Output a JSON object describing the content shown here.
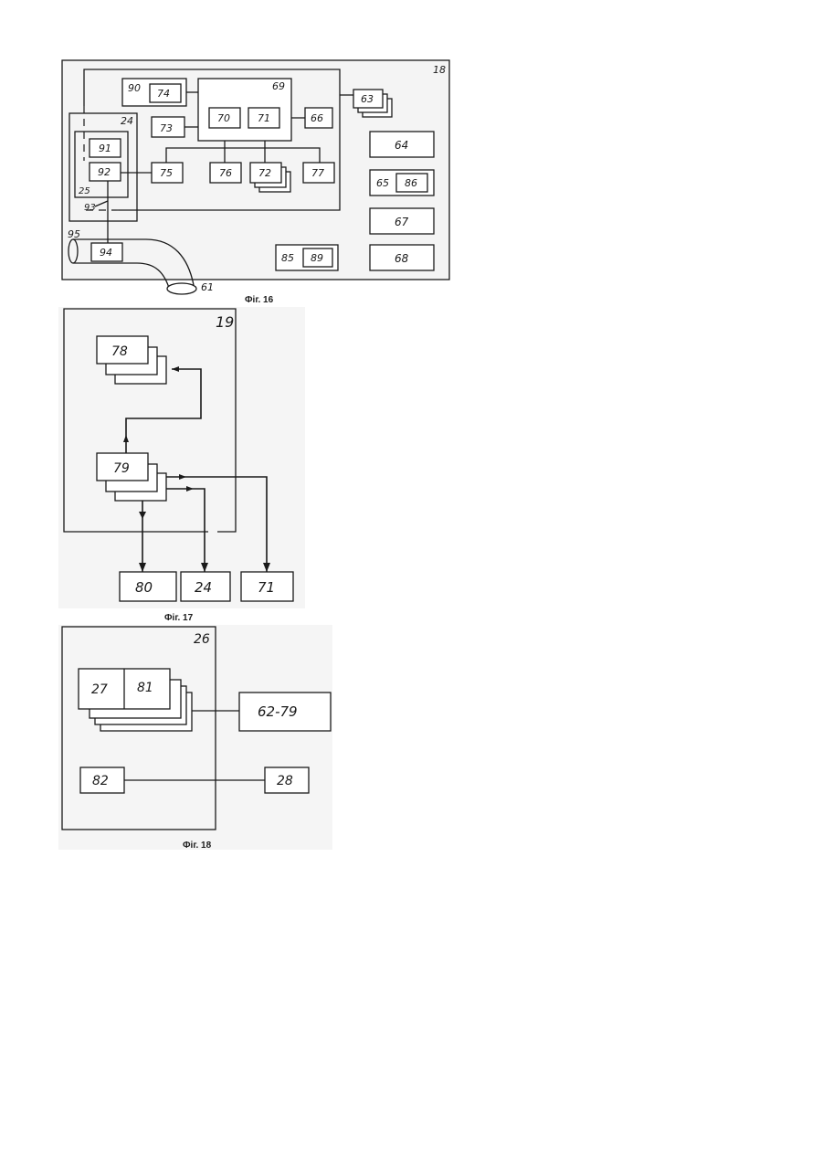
{
  "fig16": {
    "caption": "Фіг. 16",
    "labels": {
      "n18": "18",
      "n90": "90",
      "n74": "74",
      "n69": "69",
      "n63": "63",
      "n24": "24",
      "n73": "73",
      "n70": "70",
      "n71": "71",
      "n66": "66",
      "n64": "64",
      "n91": "91",
      "n92": "92",
      "n75": "75",
      "n76": "76",
      "n72": "72",
      "n77": "77",
      "n65": "65",
      "n86": "86",
      "n25": "25",
      "n93": "93",
      "n67": "67",
      "n95": "95",
      "n94": "94",
      "n85": "85",
      "n89": "89",
      "n68": "68",
      "n61": "61"
    }
  },
  "fig17": {
    "caption": "Фіг. 17",
    "labels": {
      "n19": "19",
      "n78": "78",
      "n79": "79",
      "n80": "80",
      "n24": "24",
      "n71": "71"
    }
  },
  "fig18": {
    "caption": "Фіг. 18",
    "labels": {
      "n26": "26",
      "n27": "27",
      "n81": "81",
      "n62_79": "62-79",
      "n82": "82",
      "n28": "28"
    }
  }
}
